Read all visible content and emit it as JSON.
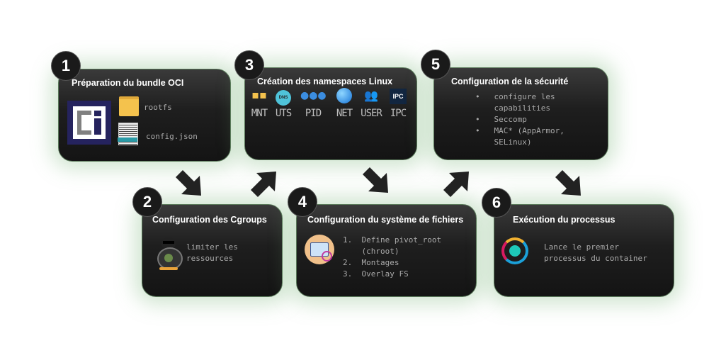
{
  "steps": [
    {
      "number": "1",
      "title": "Préparation du bundle OCI",
      "items": [
        "rootfs",
        "config.json"
      ],
      "logo_text": "Ci"
    },
    {
      "number": "2",
      "title": "Configuration des Cgroups",
      "lines": [
        "limiter les",
        "ressources"
      ]
    },
    {
      "number": "3",
      "title": "Création des namespaces Linux",
      "namespaces": [
        "MNT",
        "UTS",
        "PID",
        "NET",
        "USER",
        "IPC"
      ],
      "dns_tag": "DNS",
      "ipc_tag": "IPC"
    },
    {
      "number": "4",
      "title": "Configuration du système de fichiers",
      "list": [
        {
          "n": "1.",
          "l1": "Define pivot_root",
          "l2": "(chroot)"
        },
        {
          "n": "2.",
          "l1": "Montages"
        },
        {
          "n": "3.",
          "l1": "Overlay FS"
        }
      ]
    },
    {
      "number": "5",
      "title": "Configuration de la sécurité",
      "bullets": [
        {
          "l1": "configure les",
          "l2": "capabilities"
        },
        {
          "l1": "Seccomp"
        },
        {
          "l1": "MAC* (AppArmor,",
          "l2": "SELinux)"
        }
      ]
    },
    {
      "number": "6",
      "title": "Exécution du processus",
      "lines": [
        "Lance le premier",
        "processus du container"
      ]
    }
  ],
  "colors": {
    "box": "#1e1e1e",
    "glow": "#78b478",
    "text": "#a9a9a9"
  }
}
